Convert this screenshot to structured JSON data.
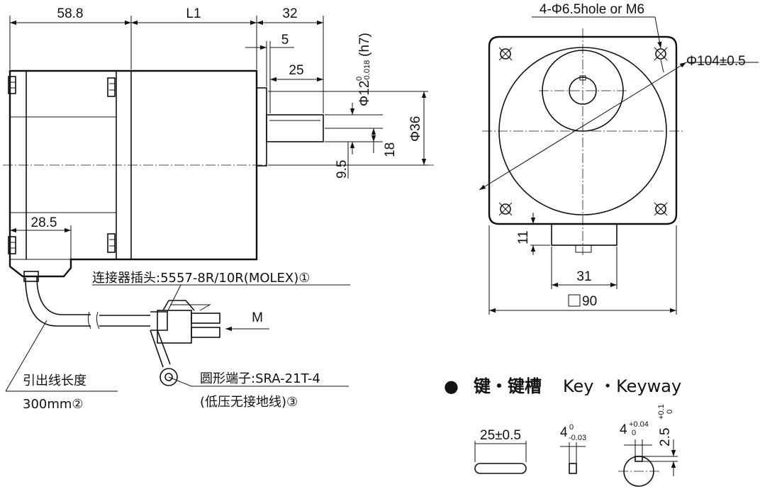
{
  "side_view": {
    "dims": {
      "d588": "58.8",
      "l1": "L1",
      "d32": "32",
      "d5": "5",
      "d25": "25",
      "phi12": "Φ12",
      "phi12_tol_upper": "0",
      "phi12_tol_lower": "-0.018",
      "phi12_fit": "(h7)",
      "phi36": "Φ36",
      "d18": "18",
      "d95": "9.5",
      "d285": "28.5"
    },
    "connector_label": "连接器插头:5557-8R/10R(MOLEX)①",
    "m_label": "M",
    "lead_label": "引出线长度",
    "lead_length": "300mm②",
    "ring_label": "圆形端子:SRA-21T-4",
    "ring_note": "(低压无接地线)③"
  },
  "front_view": {
    "hole_label": "4-Φ6.5hole or M6",
    "phi104": "Φ104±0.5",
    "d11": "11",
    "d31": "31",
    "d90": "90"
  },
  "key_section": {
    "bullet": "●",
    "title_cn": "键・键槽",
    "title_en": "Key ・Keyway",
    "key_length": "25±0.5",
    "key_width": "4",
    "key_width_tol_upper": "0",
    "key_width_tol_lower": "-0.03",
    "slot_width": "4",
    "slot_width_tol_upper": "+0.04",
    "slot_width_tol_lower": "0",
    "slot_depth": "2.5",
    "slot_depth_tol_upper": "+0.1",
    "slot_depth_tol_lower": "0"
  }
}
